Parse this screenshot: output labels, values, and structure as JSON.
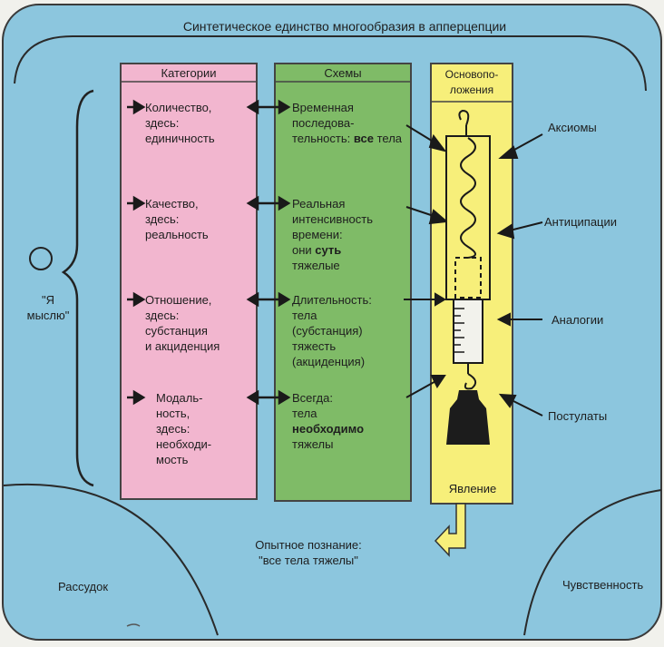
{
  "title": "Синтетическое единство многообразия в апперцепции",
  "columns": {
    "categories": "Категории",
    "schemes": "Схемы",
    "principles": "Основопо-\nложения"
  },
  "categories": [
    "Количество,\nздесь:\nединичность",
    "Качество,\nздесь:\nреальность",
    "Отношение,\nздесь:\nсубстанция\nи акциденция",
    "Модаль-\nность,\nздесь:\nнеобходи-\nмость"
  ],
  "schemes": [
    {
      "text": "Временная\nпоследова-\nтельность:",
      "bold": "все",
      "rest": " тела"
    },
    {
      "text": "Реальная\nинтенсивность\nвремени:\nони ",
      "bold": "суть",
      "rest": "\nтяжелые"
    },
    {
      "text": "Длительность:\nтела\n(субстанция)\nтяжесть\n(акциденция)",
      "bold": "",
      "rest": ""
    },
    {
      "text": "Всегда:\nтела\n",
      "bold": "необходимо",
      "rest": "\nтяжелы"
    }
  ],
  "principles": [
    "Аксиомы",
    "Антиципации",
    "Аналогии",
    "Постулаты"
  ],
  "phenomenon": "Явление",
  "i_think": "\"Я\nмыслю\"",
  "experience": "Опытное познание:\n\"все тела тяжелы\"",
  "understanding": "Рассудок",
  "sensibility": "Чувственность",
  "colors": {
    "background": "#8cc6de",
    "categories": "#f2b6cf",
    "schemes": "#7fbb67",
    "principles": "#f7ef7a"
  }
}
